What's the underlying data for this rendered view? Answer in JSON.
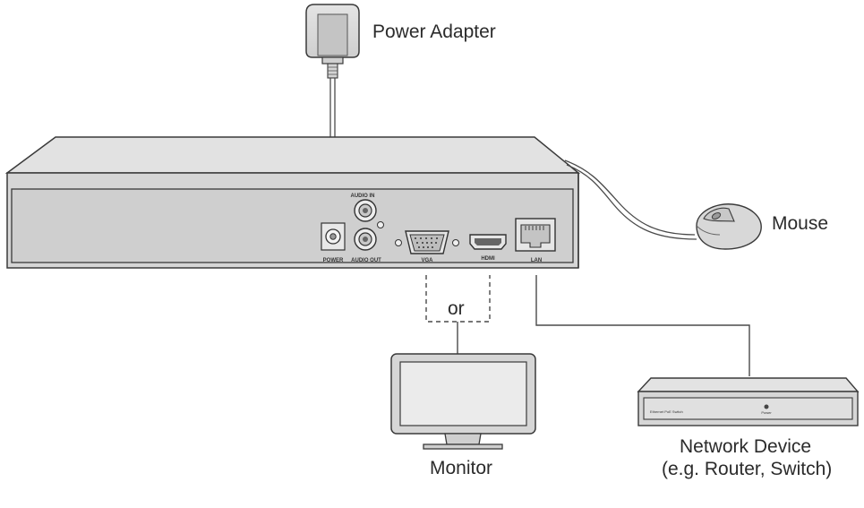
{
  "labels": {
    "power_adapter": "Power Adapter",
    "mouse": "Mouse",
    "or": "or",
    "monitor": "Monitor",
    "network_device_line1": "Network Device",
    "network_device_line2": "(e.g. Router, Switch)"
  },
  "ports": {
    "power": "POWER",
    "audio_in": "AUDIO IN",
    "audio_out": "AUDIO OUT",
    "vga": "VGA",
    "hdmi": "HDMI",
    "lan": "LAN"
  },
  "switch_panel": {
    "name": "Ethernet PoE Switch",
    "led": "Power"
  },
  "colors": {
    "device_fill": "#d6d6d6",
    "outline": "#3a3a3a",
    "cable": "#4a4a4a"
  }
}
